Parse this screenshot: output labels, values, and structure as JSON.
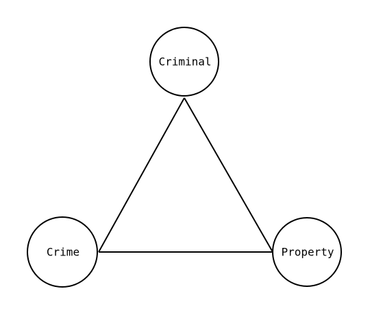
{
  "diagram": {
    "nodes": {
      "criminal": "Criminal",
      "crime": "Crime",
      "property": "Property"
    },
    "edges": [
      [
        "criminal",
        "crime"
      ],
      [
        "criminal",
        "property"
      ],
      [
        "crime",
        "property"
      ]
    ]
  }
}
